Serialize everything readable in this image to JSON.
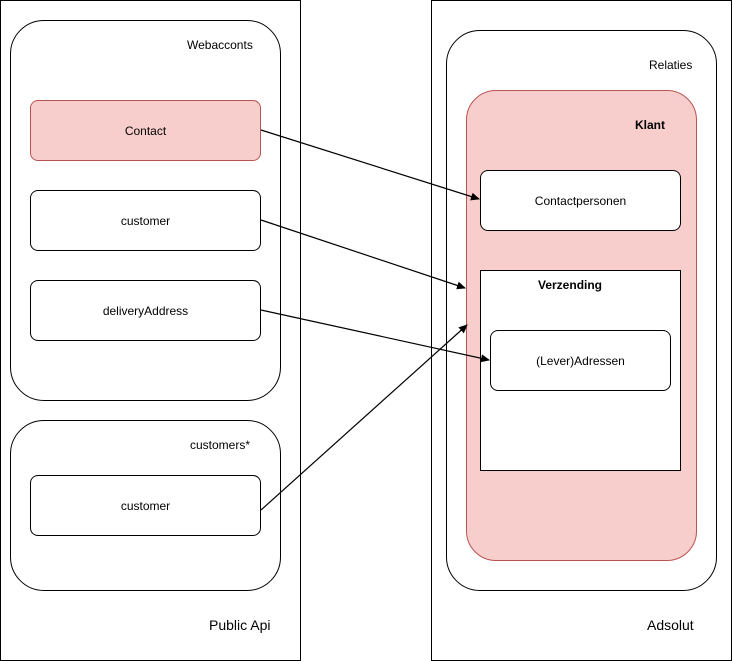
{
  "public_api": {
    "title": "Public Api",
    "webaccounts": {
      "title": "Webacconts",
      "items": [
        {
          "label": "Contact"
        },
        {
          "label": "customer"
        },
        {
          "label": "deliveryAddress"
        }
      ]
    },
    "customers": {
      "title": "customers*",
      "items": [
        {
          "label": "customer"
        }
      ]
    }
  },
  "adsolut": {
    "title": "Adsolut",
    "relaties": {
      "title": "Relaties",
      "klant": {
        "title": "Klant",
        "contactpersonen": "Contactpersonen",
        "verzending": {
          "title": "Verzending",
          "adressen": "(Lever)Adressen"
        }
      }
    }
  },
  "colors": {
    "highlight_fill": "#f8cecc",
    "highlight_stroke": "#b85450",
    "line": "#000000"
  }
}
